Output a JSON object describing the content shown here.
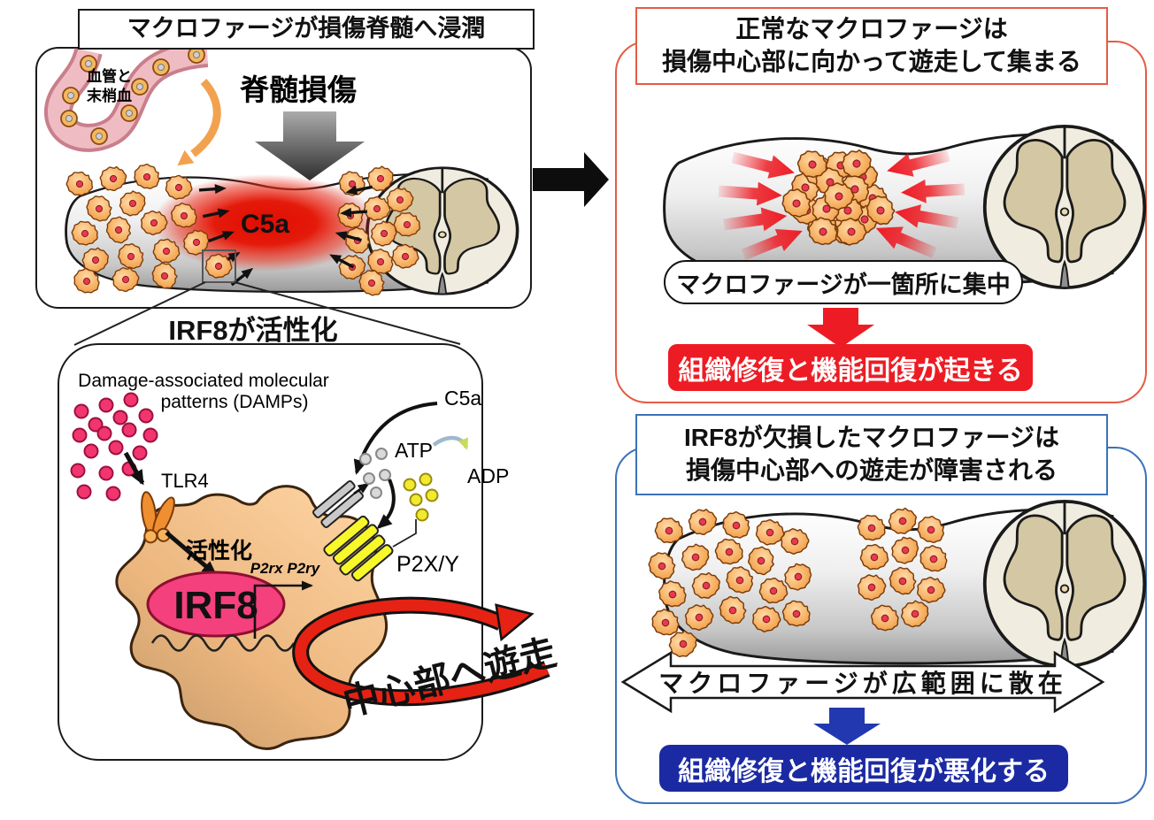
{
  "colors": {
    "red_accent": "#ed1c24",
    "red_border": "#e45c44",
    "blue_border": "#3c72b9",
    "navy": "#1b2aa2",
    "blue_arrow": "#2238b0"
  },
  "left_top": {
    "title": "マクロファージが損傷脊髄へ浸潤",
    "vessel_line1": "血管と",
    "vessel_line2": "末梢血",
    "injury": "脊髄損傷",
    "c5a": "C5a"
  },
  "zoom_heading": "IRF8が活性化",
  "cell": {
    "damps1": "Damage-associated molecular",
    "damps2": "patterns (DAMPs)",
    "tlr4": "TLR4",
    "activation": "活性化",
    "irf8": "IRF8",
    "genes": "P2rx P2ry",
    "c5a": "C5a",
    "atp": "ATP",
    "adp": "ADP",
    "receptor": "P2X/Y",
    "migration": "中心部へ遊走"
  },
  "right_top": {
    "title1": "正常なマクロファージは",
    "title2": "損傷中心部に向かって遊走して集まる",
    "caption": "マクロファージが一箇所に集中",
    "outcome": "組織修復と機能回復が起きる"
  },
  "right_bottom": {
    "title1": "IRF8が欠損したマクロファージは",
    "title2": "損傷中心部への遊走が障害される",
    "caption": "マクロファージが広範囲に散在",
    "outcome": "組織修復と機能回復が悪化する"
  }
}
